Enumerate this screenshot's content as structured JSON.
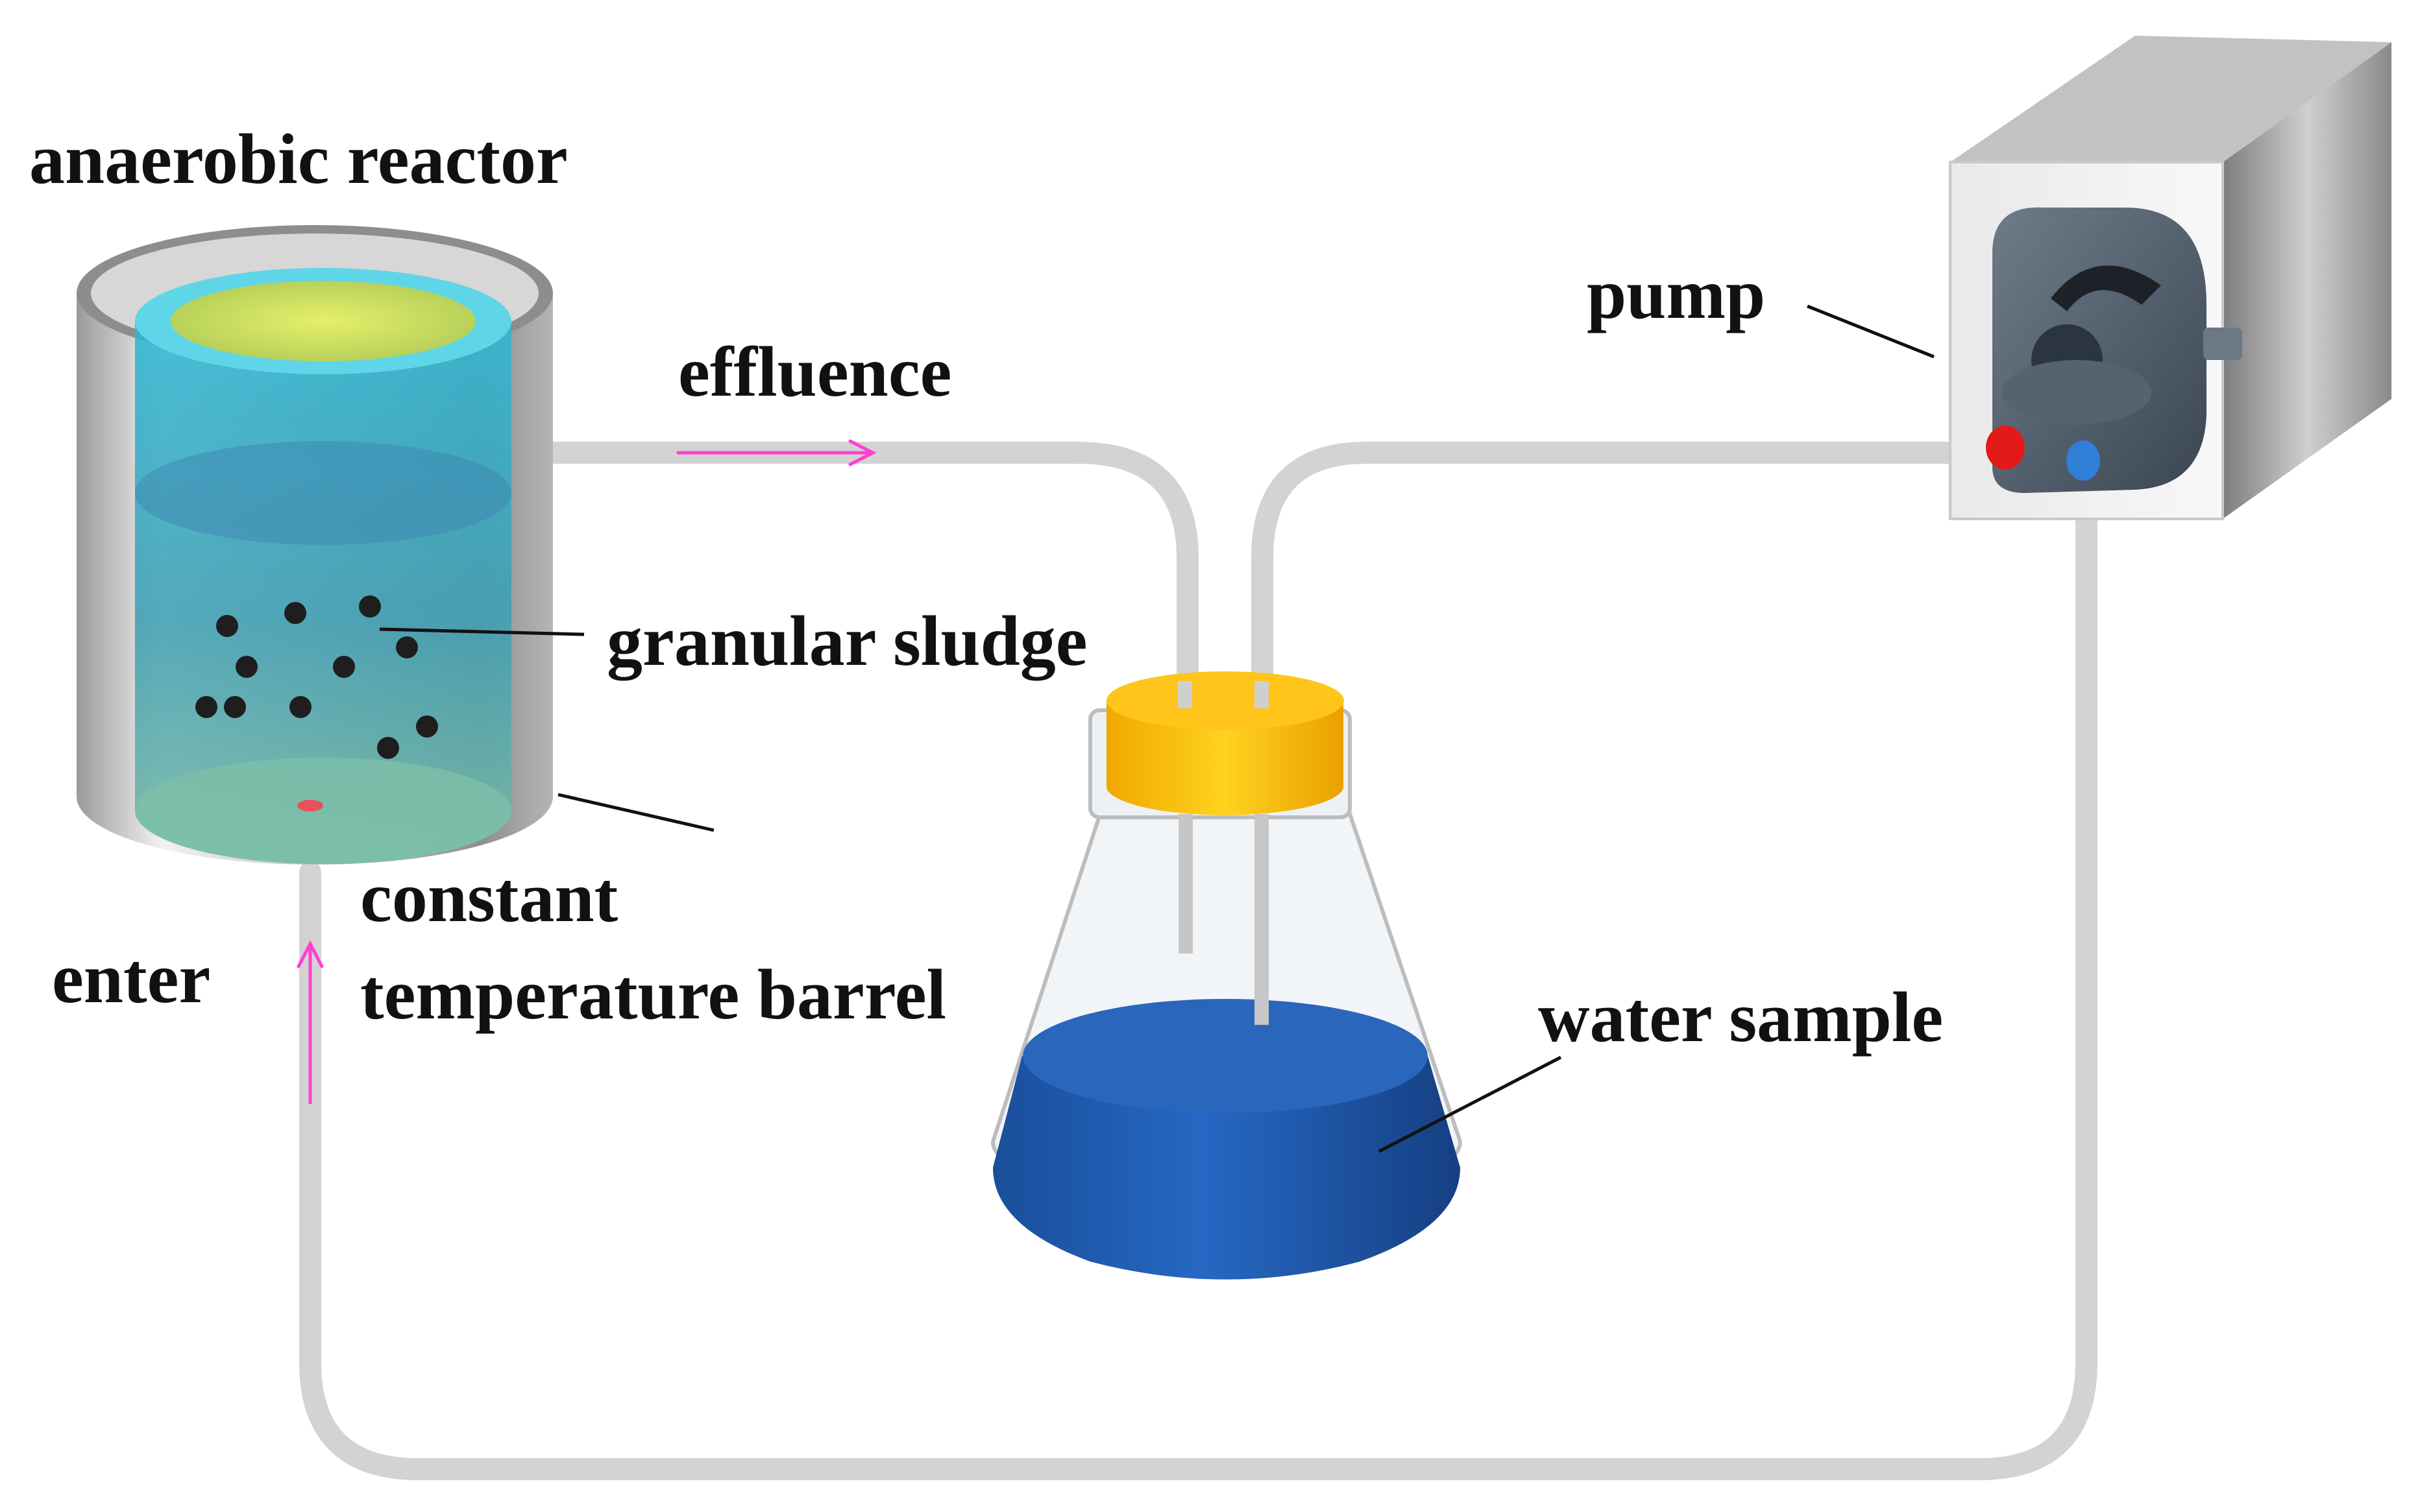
{
  "labels": {
    "reactor": "anaerobic reactor",
    "effluence": "effluence",
    "sludge": "granular sludge",
    "barrel_line1": "constant",
    "barrel_line2": "temperature barrel",
    "enter": "enter",
    "pump": "pump",
    "water": "water sample"
  },
  "colors": {
    "tube": "#d3d3d3",
    "arrow": "#ff3fd0",
    "water": "#1e5fb8",
    "cap": "#f5b800",
    "reactor_liquid": "#3aa6c4",
    "pump_body": "#4a5866",
    "red_button": "#e41a1a",
    "blue_button": "#2f7fd6"
  }
}
